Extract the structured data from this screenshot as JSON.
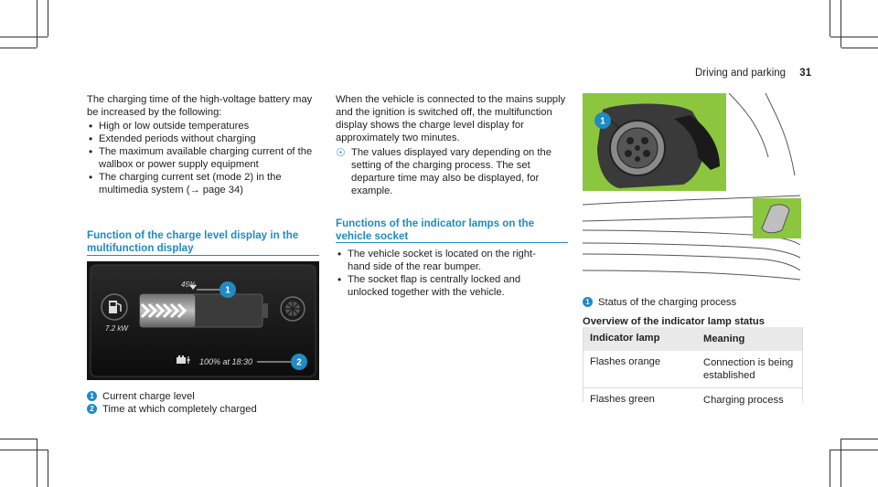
{
  "header": {
    "section": "Driving and parking",
    "page": "31"
  },
  "left": {
    "intro": "The charging time of the high-voltage battery may be increased by the following:",
    "bullets": [
      "High or low outside temperatures",
      "Extended periods without charging",
      "The maximum available charging current of the wallbox or power supply equipment",
      "The charging current set (mode 2) in the multimedia system (→ page 34)"
    ],
    "heading": "Function of the charge level display in the multifunction display",
    "cluster": {
      "charge_level": "45%",
      "power": "7.2 kW",
      "target": "100% at 18:30",
      "charge_fraction": 0.45
    },
    "callouts": [
      {
        "n": "1",
        "text": "Current charge level"
      },
      {
        "n": "2",
        "text": "Time at which completely charged"
      }
    ]
  },
  "middle": {
    "para": "When the vehicle is connected to the mains supply and the ignition is switched off, the multifunction display shows the charge level display for approximately two minutes.",
    "note": "The values displayed vary depending on the setting of the charging process. The set departure time may also be displayed, for example.",
    "heading": "Functions of the indicator lamps on the vehicle socket",
    "bullets": [
      "The vehicle socket is located on the right-hand side of the rear bumper.",
      "The socket flap is centrally locked and unlocked together with the vehicle."
    ]
  },
  "right": {
    "callout": {
      "n": "1",
      "text": "Status of the charging process"
    },
    "table_title": "Overview of the indicator lamp status",
    "table": {
      "headers": [
        "Indicator lamp",
        "Meaning"
      ],
      "rows": [
        [
          "Flashes orange",
          "Connection is being established"
        ],
        [
          "Flashes green",
          "Charging process"
        ]
      ]
    }
  },
  "markers": {
    "one": "1",
    "two": "2"
  },
  "colors": {
    "accent": "#1e8bc3",
    "illustration_green": "#8cc63f"
  }
}
